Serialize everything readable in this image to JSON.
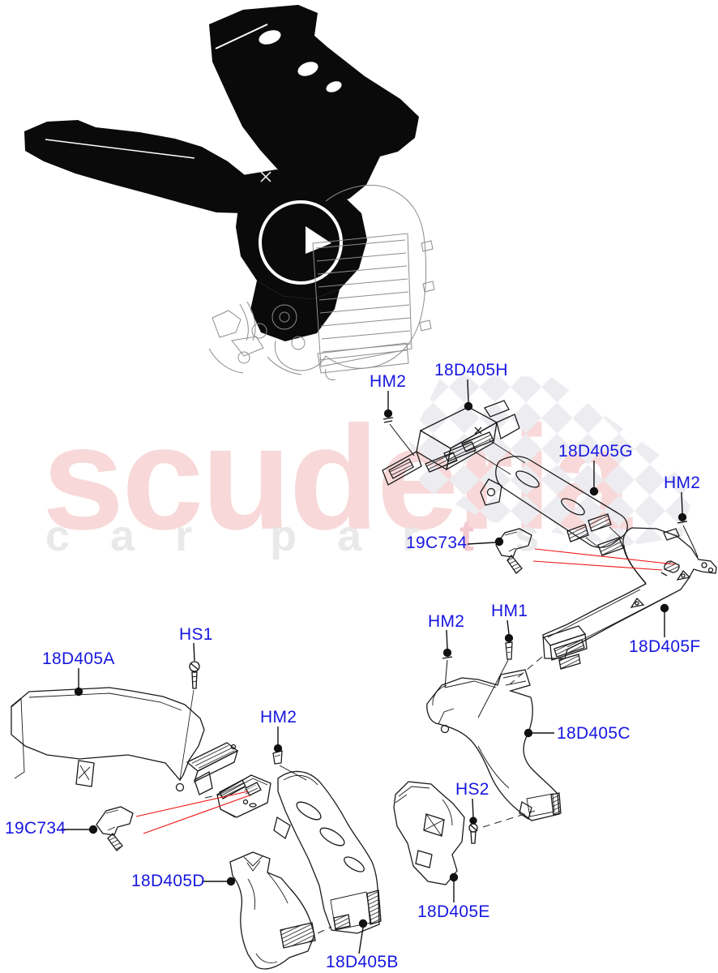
{
  "watermark": {
    "brand": "scuderia",
    "sub_letters": [
      "c",
      "a",
      "r",
      "p",
      "a",
      "r",
      "t",
      "s"
    ],
    "brand_color": "#f8d8d8",
    "sub_color": "#e9e9e9",
    "sub_accent_color": "#f3cad0"
  },
  "colors": {
    "callout_blue": "#1717e0",
    "leader_red": "#ee1515",
    "art_black": "#141414",
    "checker_gray": "#ededf1"
  },
  "callouts": [
    {
      "text": "HM2"
    },
    {
      "text": "18D405H"
    },
    {
      "text": "18D405G"
    },
    {
      "text": "HM2"
    },
    {
      "text": "19C734"
    },
    {
      "text": "HM2"
    },
    {
      "text": "HM1"
    },
    {
      "text": "18D405F"
    },
    {
      "text": "18D405A"
    },
    {
      "text": "HS1"
    },
    {
      "text": "HM2"
    },
    {
      "text": "18D405C"
    },
    {
      "text": "19C734"
    },
    {
      "text": "HS2"
    },
    {
      "text": "18D405D"
    },
    {
      "text": "18D405E"
    },
    {
      "text": "18D405B"
    }
  ]
}
